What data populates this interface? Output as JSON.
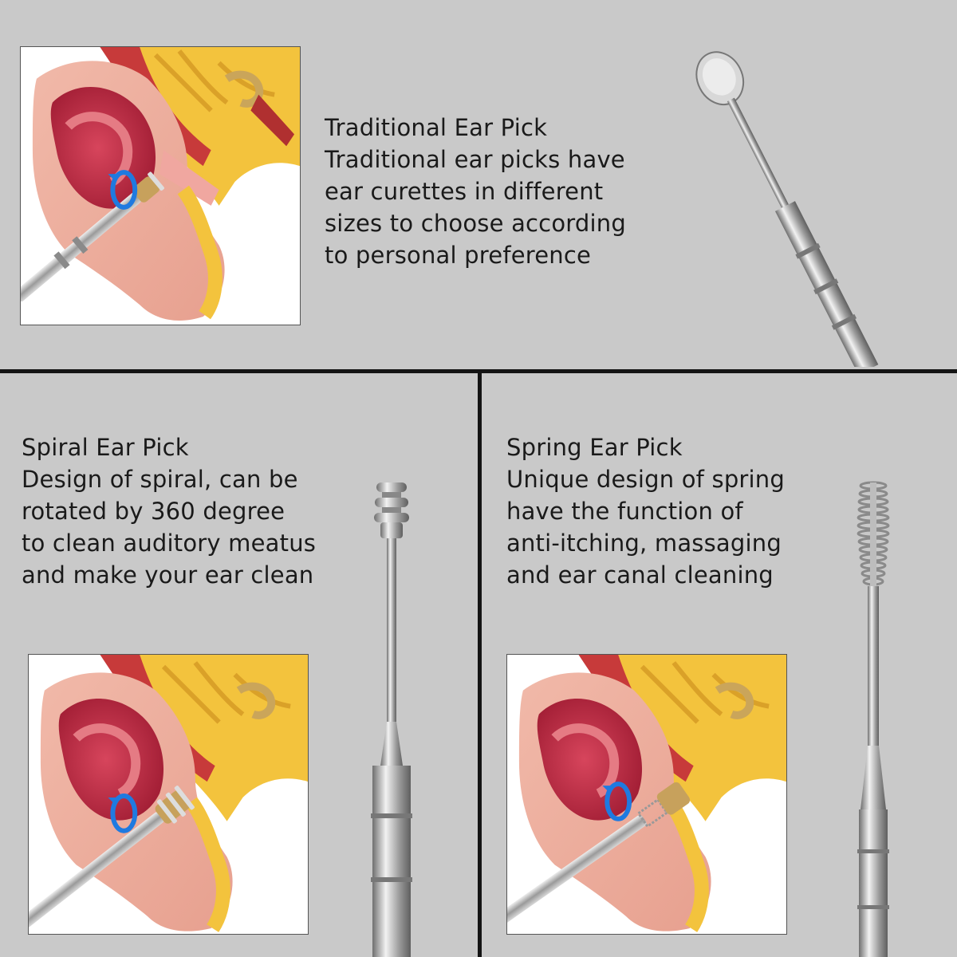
{
  "panels": {
    "traditional": {
      "title": "Traditional Ear Pick",
      "lines": [
        "Traditional ear picks have",
        "ear curettes in different",
        "sizes to choose according",
        "to personal preference"
      ]
    },
    "spiral": {
      "title": "Spiral Ear Pick",
      "lines": [
        "Design of spiral, can be",
        "rotated by 360 degree",
        "to clean auditory meatus",
        "and make your ear clean"
      ]
    },
    "spring": {
      "title": "Spring Ear Pick",
      "lines": [
        "Unique design of spring",
        "have the function of",
        "anti-itching, massaging",
        "and ear canal cleaning"
      ]
    }
  },
  "colors": {
    "background": "#c9c9c9",
    "divider": "#141414",
    "ear_skin": "#e8a99a",
    "ear_inner": "#c2334a",
    "bone": "#f2c23a",
    "rotation_arrow": "#1f7ae0",
    "steel": "#a8a8a8"
  },
  "icons": [
    "ear-anatomy-illustration",
    "rotation-arrow-icon",
    "ear-pick-tool"
  ]
}
